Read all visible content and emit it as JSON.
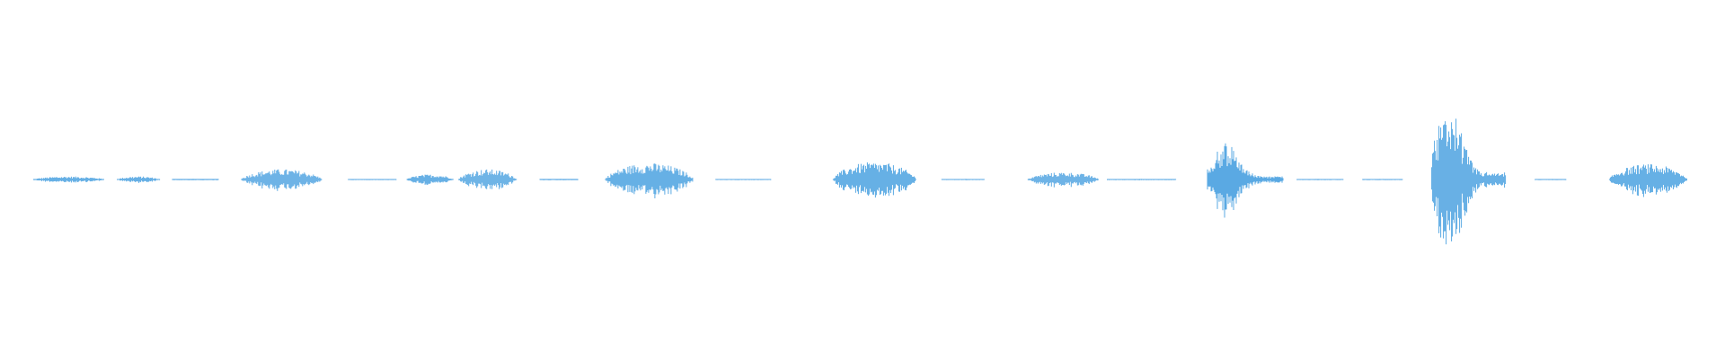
{
  "waveform": {
    "color": "#5aa9e3",
    "background": "#ffffff",
    "amplitude_envelope": [
      {
        "start": 0.0195,
        "end": 0.0605,
        "peak": 0.03
      },
      {
        "start": 0.068,
        "end": 0.0925,
        "peak": 0.03
      },
      {
        "start": 0.1,
        "end": 0.127,
        "peak": 0.006
      },
      {
        "start": 0.14,
        "end": 0.1865,
        "peak": 0.1
      },
      {
        "start": 0.202,
        "end": 0.23,
        "peak": 0.004
      },
      {
        "start": 0.236,
        "end": 0.263,
        "peak": 0.05
      },
      {
        "start": 0.266,
        "end": 0.2995,
        "peak": 0.1
      },
      {
        "start": 0.313,
        "end": 0.335,
        "peak": 0.006
      },
      {
        "start": 0.351,
        "end": 0.402,
        "peak": 0.16
      },
      {
        "start": 0.415,
        "end": 0.447,
        "peak": 0.006
      },
      {
        "start": 0.483,
        "end": 0.531,
        "peak": 0.17
      },
      {
        "start": 0.546,
        "end": 0.571,
        "peak": 0.006
      },
      {
        "start": 0.596,
        "end": 0.637,
        "peak": 0.07
      },
      {
        "start": 0.642,
        "end": 0.682,
        "peak": 0.006
      },
      {
        "start": 0.7,
        "end": 0.744,
        "peak": 0.38
      },
      {
        "start": 0.752,
        "end": 0.779,
        "peak": 0.006
      },
      {
        "start": 0.79,
        "end": 0.813,
        "peak": 0.006
      },
      {
        "start": 0.83,
        "end": 0.873,
        "peak": 0.75
      },
      {
        "start": 0.89,
        "end": 0.908,
        "peak": 0.006
      },
      {
        "start": 0.933,
        "end": 0.978,
        "peak": 0.15
      }
    ]
  }
}
